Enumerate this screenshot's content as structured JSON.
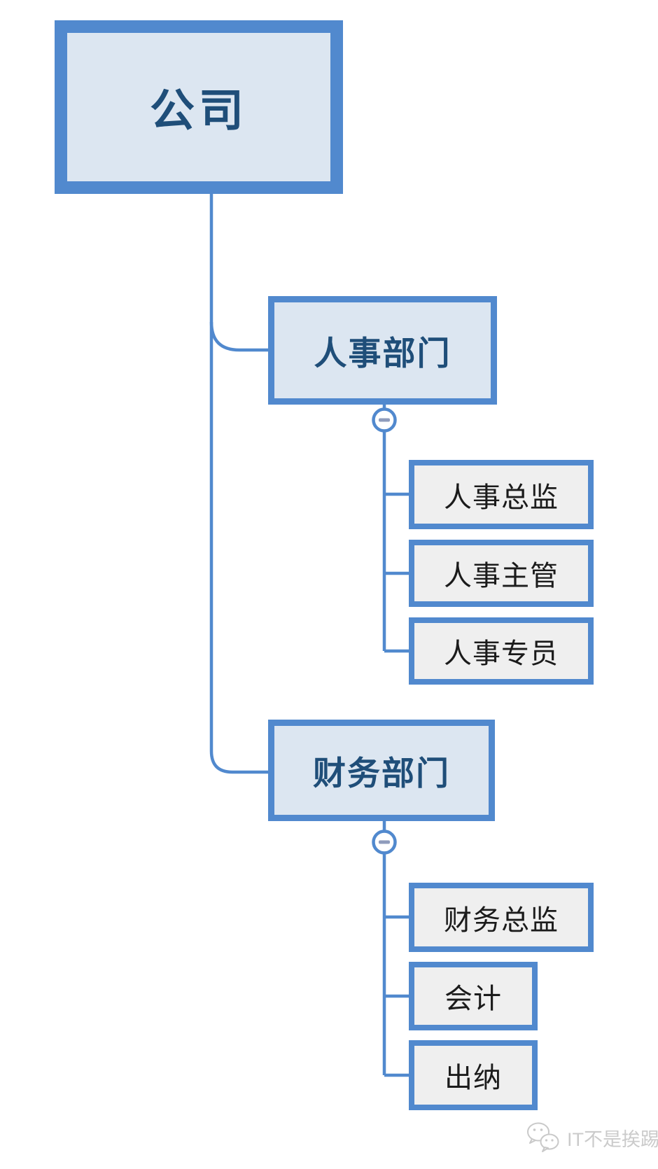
{
  "app": {
    "type": "mindmap-org-chart"
  },
  "colors": {
    "node_border": "#5189CE",
    "dept_fill": "#DCE6F1",
    "sub_fill": "#EFEFEF",
    "dept_text": "#1F4E79",
    "sub_text": "#1B1B1B",
    "connector": "#5189CE",
    "minus_glyph": "#8F9CBC",
    "watermark_text_color": "#CBCBCB"
  },
  "root": {
    "label": "公司"
  },
  "branches": [
    {
      "label": "人事部门",
      "collapsed": false,
      "children": [
        {
          "label": "人事总监"
        },
        {
          "label": "人事主管"
        },
        {
          "label": "人事专员"
        }
      ]
    },
    {
      "label": "财务部门",
      "collapsed": false,
      "children": [
        {
          "label": "财务总监"
        },
        {
          "label": "会计"
        },
        {
          "label": "出纳"
        }
      ]
    }
  ],
  "watermark": {
    "text": "IT不是挨踢",
    "icon": "wechat-logo"
  }
}
